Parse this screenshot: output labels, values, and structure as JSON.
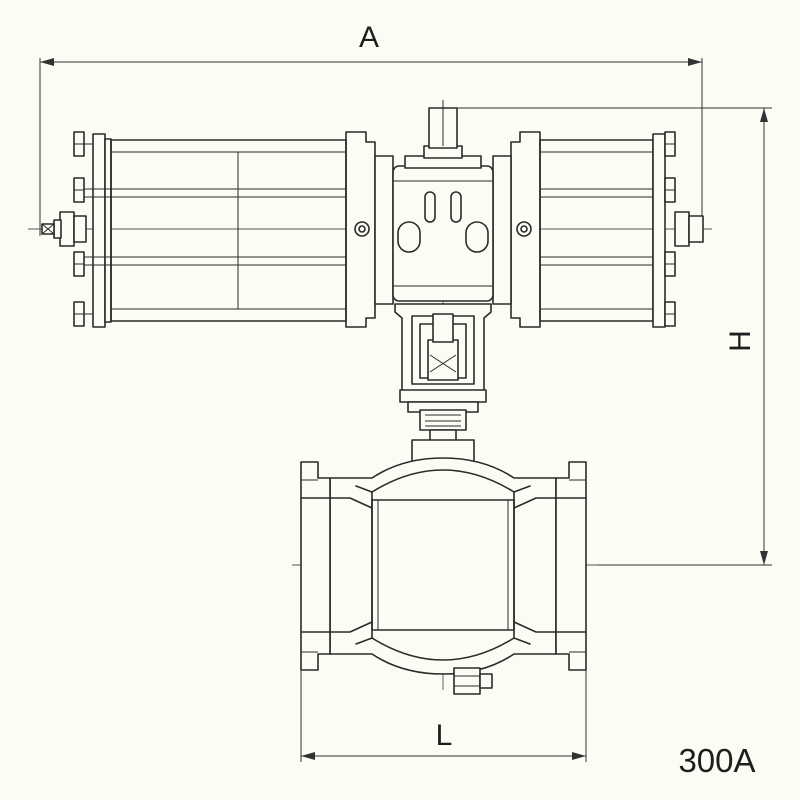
{
  "drawing": {
    "dimensions": {
      "width_label": "A",
      "height_label": "H",
      "length_label": "L"
    },
    "size_label": "300A"
  }
}
